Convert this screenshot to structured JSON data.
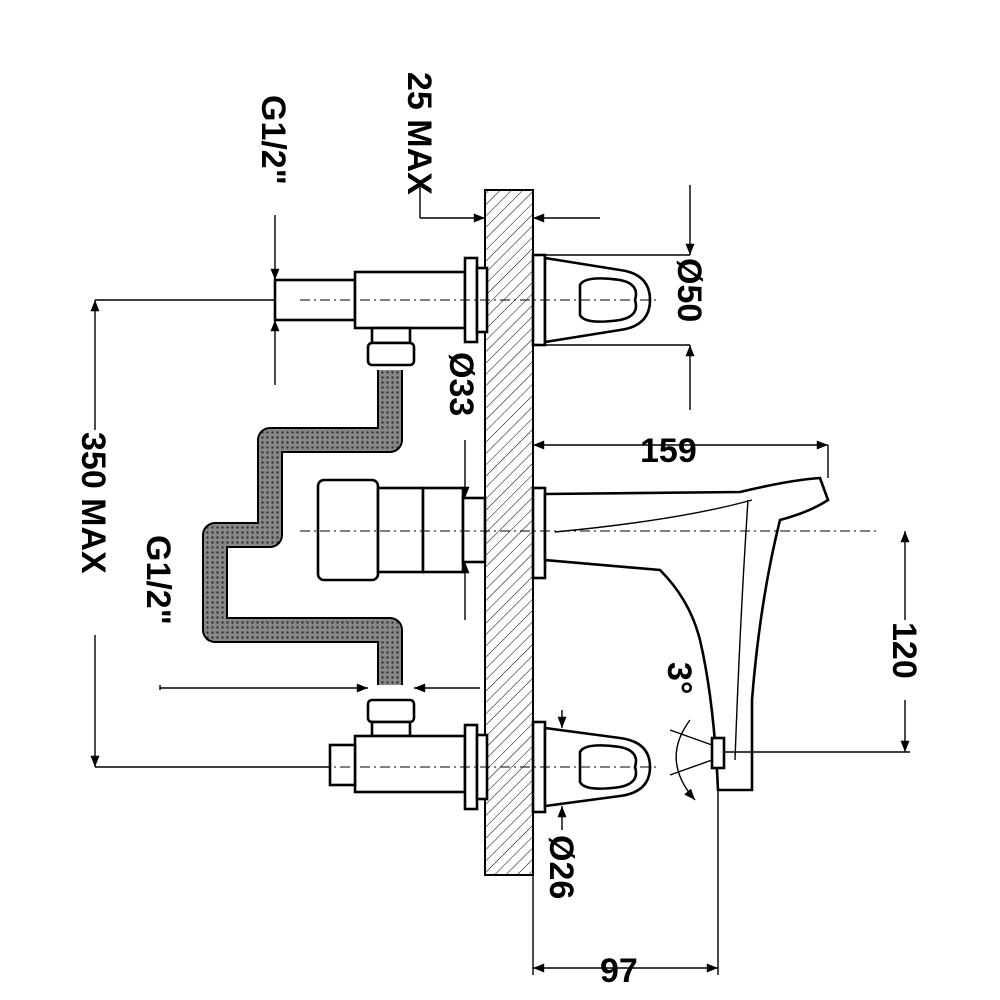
{
  "drawing": {
    "title": "Wall-mounted 3-hole basin mixer dimension drawing",
    "dimensions": {
      "wall_thickness_max": "25 MAX",
      "thread_top": "G1/2\"",
      "handle_diameter": "Ø50",
      "body_diameter": "Ø33",
      "spout_projection": "159",
      "height_max": "350 MAX",
      "thread_bottom": "G1/2\"",
      "spout_height": "120",
      "angle": "3°",
      "rosette_diameter": "Ø26",
      "handle_projection": "97"
    },
    "colors": {
      "line": "#000000",
      "background": "#ffffff"
    }
  }
}
